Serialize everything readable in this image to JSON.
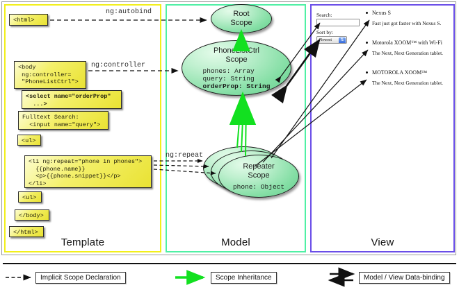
{
  "panels": {
    "template": {
      "label": "Template",
      "border_color": "#f2ef1a"
    },
    "model": {
      "label": "Model",
      "border_color": "#4ff0a4"
    },
    "view": {
      "label": "View",
      "border_color": "#6a4ee8"
    }
  },
  "template_boxes": [
    {
      "id": "html-open",
      "text": "<html>"
    },
    {
      "id": "body-open",
      "text": "<body\n ng:controller=\n \"PhoneListCtrl\">"
    },
    {
      "id": "select-tag",
      "text": "<select name=\"orderProp\"\n  ...>"
    },
    {
      "id": "fulltext",
      "text": "Fulltext Search:\n  <input name=\"query\">"
    },
    {
      "id": "ul-open",
      "text": "<ul>"
    },
    {
      "id": "li-repeat",
      "text": "<li ng:repeat=\"phone in phones\">\n  {{phone.name}}\n  <p>{{phone.snippet}}</p>\n</li>"
    },
    {
      "id": "ul-close",
      "text": "<ul>"
    },
    {
      "id": "body-close",
      "text": "</body>"
    },
    {
      "id": "html-close",
      "text": "</html>"
    }
  ],
  "edge_labels": {
    "autobind": "ng:autobind",
    "controller": "ng:controller",
    "repeat": "ng:repeat"
  },
  "scopes": {
    "root": {
      "title_line1": "Root",
      "title_line2": "Scope",
      "props": []
    },
    "phonelist": {
      "title_line1": "PhoneListCtrl",
      "title_line2": "Scope",
      "props": [
        {
          "text": "phones: Array",
          "bold": false
        },
        {
          "text": "query: String",
          "bold": false
        },
        {
          "text": "orderProp: String",
          "bold": true
        }
      ]
    },
    "repeater": {
      "title_line1": "Repeater",
      "title_line2": "Scope",
      "props": [
        {
          "text": "phone: Object",
          "bold": false
        }
      ]
    }
  },
  "view": {
    "search_label": "Search:",
    "search_value": "",
    "sort_label": "Sort by:",
    "sort_selected": "Newest",
    "sort_options": [
      "Newest"
    ],
    "phones": [
      {
        "name": "Nexus S",
        "snippet": "Fast just got faster with Nexus S."
      },
      {
        "name": "Motorola XOOM™ with Wi-Fi",
        "snippet": "The Next, Next Generation tablet."
      },
      {
        "name": "MOTOROLA XOOM™",
        "snippet": "The Next, Next Generation tablet."
      }
    ]
  },
  "legend": [
    {
      "id": "implicit",
      "label": "Implicit Scope Declaration",
      "style": "dashed-arrow",
      "color": "#111111"
    },
    {
      "id": "inheritance",
      "label": "Scope Inheritance",
      "style": "solid-arrow",
      "color": "#12e020"
    },
    {
      "id": "databinding",
      "label": "Model / View Data-binding",
      "style": "double-arrow",
      "color": "#111111"
    }
  ]
}
